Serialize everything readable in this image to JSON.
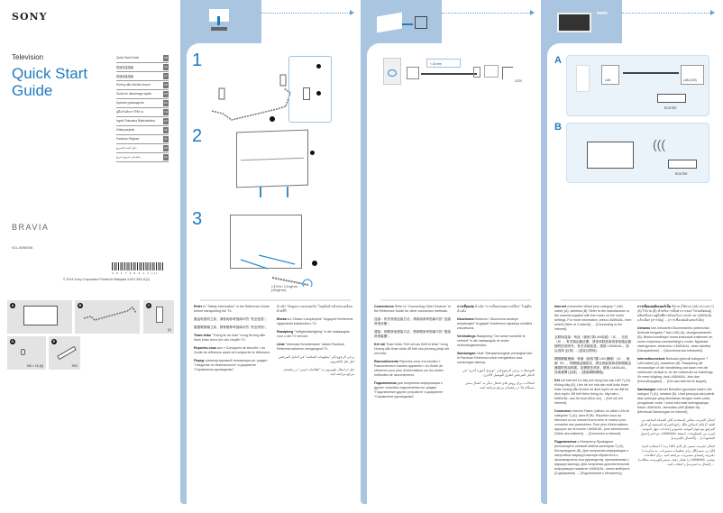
{
  "cover": {
    "brand": "SONY",
    "product_type": "Television",
    "title": "Quick Start Guide",
    "languages": [
      {
        "label": "Quick Start Guide",
        "code": "GB"
      },
      {
        "label": "快速安装指南",
        "code": "CS"
      },
      {
        "label": "快速安裝指南",
        "code": "CT"
      },
      {
        "label": "Hướng dẫn bắt đầu nhanh",
        "code": "VN"
      },
      {
        "label": "Guide de démarrage rapide",
        "code": "FR"
      },
      {
        "label": "Краткое руководство",
        "code": "RU"
      },
      {
        "label": "คู่มือเริ่มต้นการใช้งาน",
        "code": "TH"
      },
      {
        "label": "Ixgebi Tokusaba Rijeleukeleka",
        "code": "ZU"
      },
      {
        "label": "Kitabupanjetis",
        "code": "AF"
      },
      {
        "label": "Panduan Ringkas",
        "code": "ID"
      },
      {
        "label": "دليل البدء السريع",
        "code": "AR"
      },
      {
        "label": "راهنمای شروع سریع",
        "code": "FA"
      }
    ],
    "series": "BRAVIA",
    "model": "KDL-60W600B",
    "barcode_number": "4 5 1 7 3 9 3 1 1 (1)",
    "copyright": "© 2014 Sony Corporation    Printed in Malaysia    4-537-393-11(1)",
    "parts": [
      {
        "id": "A",
        "note": ""
      },
      {
        "id": "B",
        "note": ""
      },
      {
        "id": "C",
        "note": "(2)"
      },
      {
        "id": "D",
        "note": "M5 × 16 (8)"
      },
      {
        "id": "E",
        "note": "R03"
      }
    ]
  },
  "stand_panel": {
    "steps": [
      "1",
      "2",
      "3"
    ],
    "callouts": [
      "B",
      "C",
      "D",
      "A"
    ],
    "torque_note": "1.5 N·m / 1.5 kgf·cm {15 kgf·cm}",
    "notes": [
      {
        "bold": "Refer",
        "text": " to \"Safety Information\" in the Reference Guide before transporting the TV."
      },
      {
        "bold": "",
        "text": "搬运电视机之前，请参阅参考指南中的 \"安全信息\"。"
      },
      {
        "bold": "",
        "text": "搬運電視機之前，請參閱參考指南中的 \"安全資訊\"。"
      },
      {
        "bold": "Tham khảo",
        "text": " \"Thông tin an toàn\" trong Hướng dẫn tham khảo trước khi vận chuyển TV."
      },
      {
        "bold": "Reportez-vous",
        "text": " aux « Consignes de sécurité » du Guide de référence avant de transporter le téléviseur."
      },
      {
        "bold": "Перед",
        "text": " транспортировкой телевизора см. раздел \"Сведения по безопасности\" в документе \"Справочное руководство\"."
      },
      {
        "bold": "",
        "text": "อ้างอิง \"ข้อมูลความปลอดภัย\" ในคู่มืออ้างอิงก่อนเคลื่อนย้ายทีวี"
      },
      {
        "bold": "Bheka",
        "text": " ku-\"Ulwazi Lokuphepha\" Kugayidi Yereferensi ngaphambi kokuthutha i-TV."
      },
      {
        "bold": "Raadpleeg",
        "text": " \"Veiligheidsinligting\" in die naslaangids voor u die TV vervoer."
      },
      {
        "bold": "Lihat",
        "text": " \"Informasi Keselamatan\" dalam Panduan Referensi sebelum mengangkut TV."
      },
      {
        "bold": "",
        "text": "يرجى الرجوع إلى \"معلومات السلامة\" في الدليل المرجعي قبل نقل التلفزيون."
      },
      {
        "bold": "",
        "text": "قبل از انتقال تلویزیون به \"اطلاعات ایمنی\" در راهنمای مرجع مراجعه کنید."
      }
    ]
  },
  "connection_panel": {
    "cable_note": "< 14 mm",
    "catv_label": "CATV",
    "notes": [
      {
        "bold": "Connections",
        "text": " Refer to \"Connecting Other Devices\" in the Reference Guide for other connection methods."
      },
      {
        "bold": "",
        "text": "连接：有关其他连接方法，请参阅参考指南中的 \"连接其他设备\"。"
      },
      {
        "bold": "",
        "text": "連接：有關其他連接方法，請參閱參考指南中的 \"連接其他裝置\"。"
      },
      {
        "bold": "Kết nối",
        "text": " Tham khảo \"Kết nối các thiết bị khác\" trong Hướng dẫn tham khảo để biết các phương pháp kết nối khác."
      },
      {
        "bold": "Raccordements",
        "text": " Reportez-vous à la section « Raccordement d'autres appareils » du Guide de référence pour plus d'informations sur les autres méthodes de raccordement."
      },
      {
        "bold": "Подключения",
        "text": " для получения информации о других способах подключения см. раздел \"Подключение других устройств\" в документе \"Справочное руководство\"."
      },
      {
        "bold": "การเชื่อมต่อ",
        "text": " อ้างอิง \"การเชื่อมต่ออุปกรณ์อื่นๆ\" ในคู่มืออ้างอิง"
      },
      {
        "bold": "Ukuxhuma",
        "text": " Bheka ku-\"Ukuxhuma amanye amadivayisi\" Kugayidi Yereferensi ngezinye izindlela zokuxhuma."
      },
      {
        "bold": "Verbindings",
        "text": " Raadpleeg \"Om ander toestelle te verbind\" in die naslaangids vir ander verbindingsmetodes."
      },
      {
        "bold": "Sambungan",
        "text": " Lihat \"Menyambungkan perangkat lain\" di Panduan Referensi untuk mengetahui cara sambungan lainnya."
      },
      {
        "bold": "",
        "text": "التوصيلات: يرجى الرجوع إلى \"توصيل أجهزة أخرى\" في الدليل المرجعي لطرق التوصيل الأخرى."
      },
      {
        "bold": "",
        "text": "اتصالات: برای روش های اتصال دیگر به \"اتصال سایر دستگاه ها\" در راهنمای مرجع مراجعه کنید."
      }
    ]
  },
  "internet_panel": {
    "www_label": "www",
    "option_a": "A",
    "option_b": "B",
    "lan_label": "LAN",
    "lan_router_label": "LAN (100)",
    "router_label": "ROUTER",
    "notes": [
      {
        "bold": "Internet",
        "text": " connection Wired (use category 7 LAN cable) (A), wireless (B). Refer to the manufacturer or the manual supplied with the router on the router settings. For more information, press i-MANUAL, then select [Table of Contents] → [Connecting to the Internet]."
      },
      {
        "bold": "",
        "text": "互联网连接：有线（使用7类LAN电缆）（A），无线（B）。有关路由器设置，请咨询制造商或参阅路由器随附的说明书。有关详细信息，请按 i-MANUAL，然后选择 [目录] → [连接互联网]。"
      },
      {
        "bold": "",
        "text": "網際網路連線：有線（使用7類 LAN 纜線）（A），無線（B）。有關路由器設定，請洽詢製造商或參閱路由器隨附的說明書。如需更多資訊，請按 i-MANUAL，然後選擇 [目錄] → [連接網際網路]。"
      },
      {
        "bold": "Kết",
        "text": " nối Internet Có dây (sử dụng loại cáp LAN 7) (A), Không dây (B). Liên hệ với nhà sản xuất hoặc tham khảo hướng dẫn đi kèm bộ định tuyến về cài đặt bộ định tuyến. Để biết thêm thông tin, hãy bấm i-MANUAL, sau đó chọn [Mục lục] → [Kết nối với Internet]."
      },
      {
        "bold": "Connexion",
        "text": " Internet Filaire (utilisez un câble LAN de catégorie 7) (A), sans fil (B). Reportez-vous au fabricant ou au manuel fourni avec le routeur pour connaître ses paramètres. Pour plus d'informations, appuyez sur la touche i-MANUAL, puis sélectionnez [Table des matières] → [Connexion à Internet]."
      },
      {
        "bold": "Подключение",
        "text": " к Интернету Проводное (используйте сетевой кабель категории 7) (A), беспроводное (B). Для получения информации о настройках маршрутизатора обратитесь к производителю или руководству, прилагаемому к маршрутизатору. Для получения дополнительной информации нажмите i-MANUAL, затем выберите [Содержание] → [Подключение к Интернету]."
      },
      {
        "bold": "การเชื่อมต่ออินเทอร์เน็ต",
        "text": " มีสาย (ใช้สาย LAN ประเภท 7) (A) ไร้สาย (B) สำหรับการตั้งค่าเราเตอร์ โปรดติดต่อผู้ผลิตหรืออ่านคู่มือที่มาพร้อมกับเราเตอร์ กด i-MANUAL แล้วเลือก [สารบัญ] → [การเชื่อมต่ออินเทอร์เน็ต]"
      },
      {
        "bold": "Uxhumo",
        "text": " lwe-inthanethi Okunentambo (sebenzisa ikhebula lesigaba 7 lwe-LAN) (A), okungenantambo (B). Bheka kumkhiqizi noma imanuwali enikezwe ne-router mayelana namasethingi e-router. Ngolwazi olwengeziwe, cindezela i-i-MANUAL, bese ukhetha [Okuqukethwe] → [Ukuxhuma kwi-Inthanethi]."
      },
      {
        "bold": "Internetkonneksie",
        "text": " Bedraad (gebruik kategorie 7 LAN-kabel) (A), draadloos (B). Raadpleeg die vervaardiger of die handleiding wat saam met die roeteerder verskaf is, vir die roeteerder se instellings. Vir meer inligting, druk i-MANUAL, kies dan [Inhoudsopgawe] → [Om aan internet te koppel]."
      },
      {
        "bold": "Sambungan",
        "text": " Internet Berkabel (gunakan kabel LAN kategori 7) (A), nirkabel (B). Lihat petunjuk dari pabrik atau petunjuk yang disertakan dengan router pada pengaturan router. Untuk informasi selengkapnya, tekan i-MANUAL, kemudian pilih [Daftar Isi] → [Membuat Sambungan ke Internet]."
      },
      {
        "bold": "",
        "text": "اتصال الإنترنت سلكي (استخدم كابل الشبكة المحلية من الفئة 7) (A)، لاسلكي (B). راجع الشركة المصنعة أو الدليل المرفق مع جهاز التوجيه بخصوص إعدادات جهاز التوجيه. لمزيد من المعلومات، اضغط i-MANUAL، ثم اختر [جدول المحتويات] ← [الاتصال بالإنترنت]."
      },
      {
        "bold": "",
        "text": "اتصال اینترنت سیمی (از کابل LAN رده 7 استفاده کنید) (A)، بی سیم (B). برای تنظیمات مسیریاب، به سازنده یا دفترچه راهنمای مسیریاب مراجعه کنید. برای اطلاعات بیشتر، i-MANUAL را فشار دهید، سپس [فهرست مطالب] ← [اتصال به اینترنت] را انتخاب کنید."
      }
    ]
  },
  "colors": {
    "accent_blue": "#1f7bc0",
    "panel_blue": "#a9c5e0",
    "light_box": "#eaf2fa"
  }
}
